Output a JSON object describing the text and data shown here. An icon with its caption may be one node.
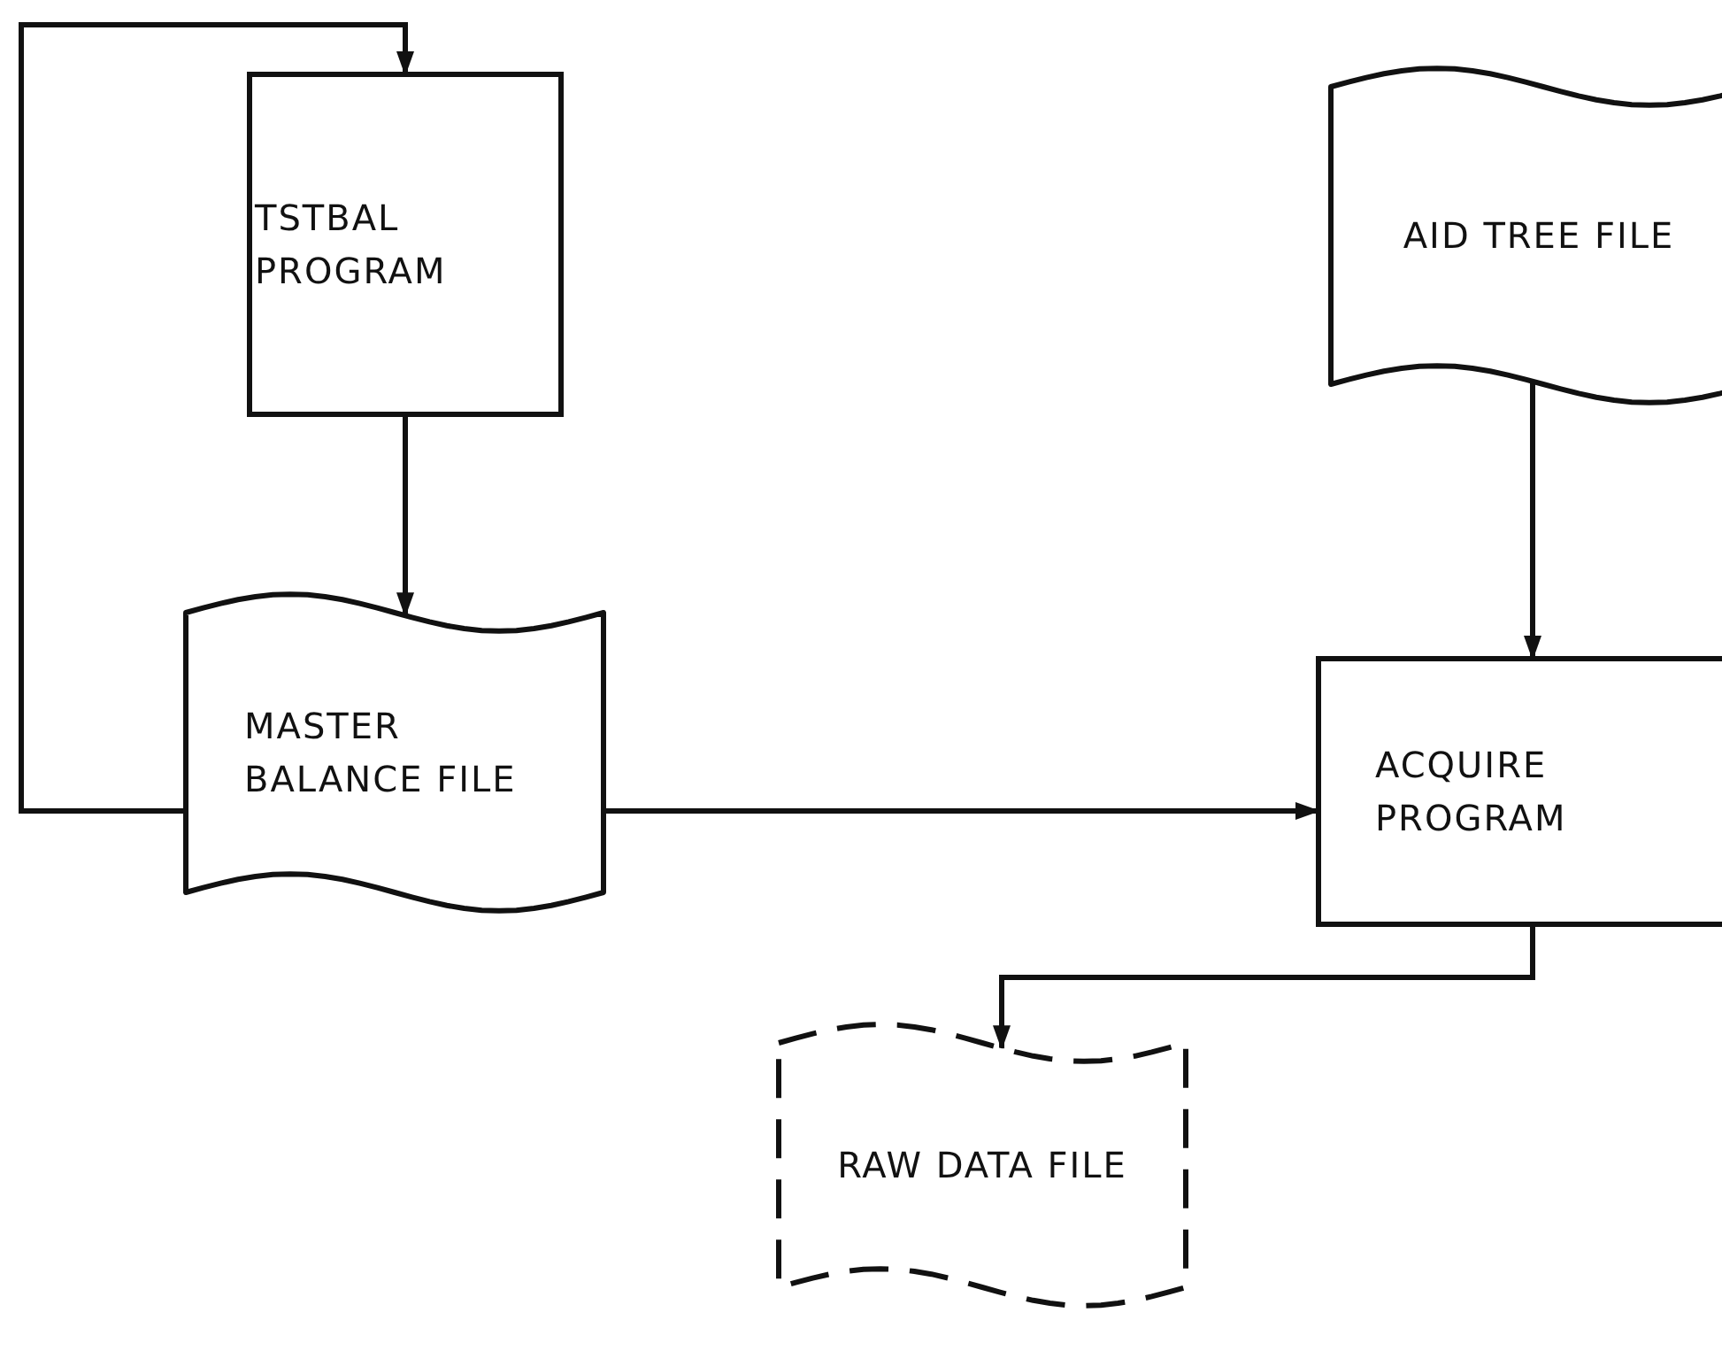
{
  "diagram": {
    "nodes": [
      {
        "text": [
          "TSTBAL PROGRAM"
        ]
      },
      {
        "text": [
          "AID TREE FILE"
        ]
      },
      {
        "text": [
          "MASTER BALANCE FILE"
        ]
      },
      {
        "text": [
          "ACQUIRE PROGRAM"
        ]
      },
      {
        "text": [
          "RAW DATA FILE"
        ]
      }
    ],
    "edges": [
      {
        "from": 0,
        "to": 2,
        "arrow": "to"
      },
      {
        "from": 2,
        "to": 0,
        "arrow": "to"
      },
      {
        "from": 2,
        "to": 3,
        "arrow": "to"
      },
      {
        "from": 1,
        "to": 3,
        "arrow": "to"
      },
      {
        "from": 3,
        "to": 4,
        "arrow": "to"
      }
    ]
  }
}
